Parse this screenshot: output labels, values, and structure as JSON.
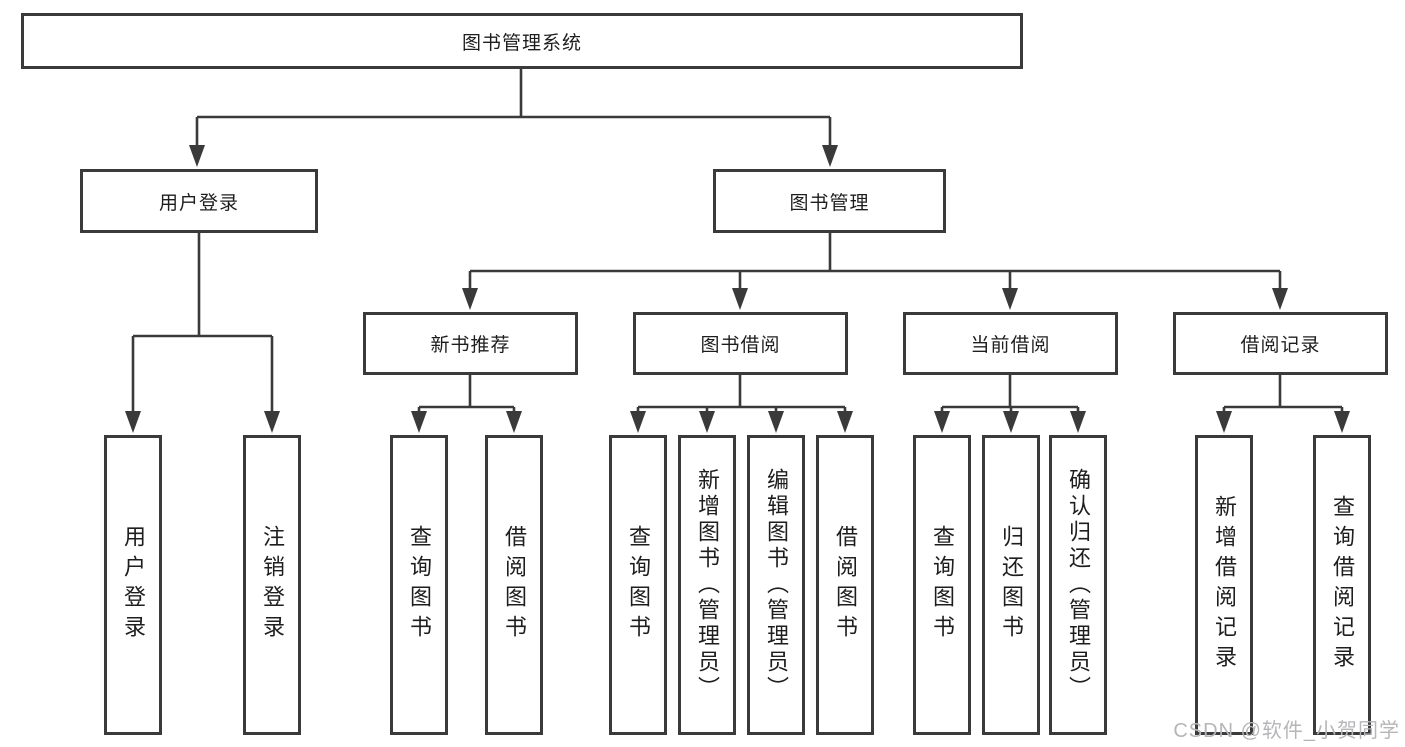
{
  "diagram_title": "图书管理系统",
  "watermark": "CSDN @软件_小贺同学",
  "colors": {
    "line": "#3a3a3a",
    "text": "#1e1e1e",
    "watermark": "#b6b6b9",
    "background": "#ffffff"
  },
  "tree": {
    "root": {
      "label": "图书管理系统",
      "children": [
        {
          "label": "用户登录",
          "children": [
            {
              "label": "用户登录"
            },
            {
              "label": "注销登录"
            }
          ]
        },
        {
          "label": "图书管理",
          "children": [
            {
              "label": "新书推荐",
              "children": [
                {
                  "label": "查询图书"
                },
                {
                  "label": "借阅图书"
                }
              ]
            },
            {
              "label": "图书借阅",
              "children": [
                {
                  "label": "查询图书"
                },
                {
                  "label": "新增图书（管理员）"
                },
                {
                  "label": "编辑图书（管理员）"
                },
                {
                  "label": "借阅图书"
                }
              ]
            },
            {
              "label": "当前借阅",
              "children": [
                {
                  "label": "查询图书"
                },
                {
                  "label": "归还图书"
                },
                {
                  "label": "确认归还（管理员）"
                }
              ]
            },
            {
              "label": "借阅记录",
              "children": [
                {
                  "label": "新增借阅记录"
                },
                {
                  "label": "查询借阅记录"
                }
              ]
            }
          ]
        }
      ]
    }
  }
}
